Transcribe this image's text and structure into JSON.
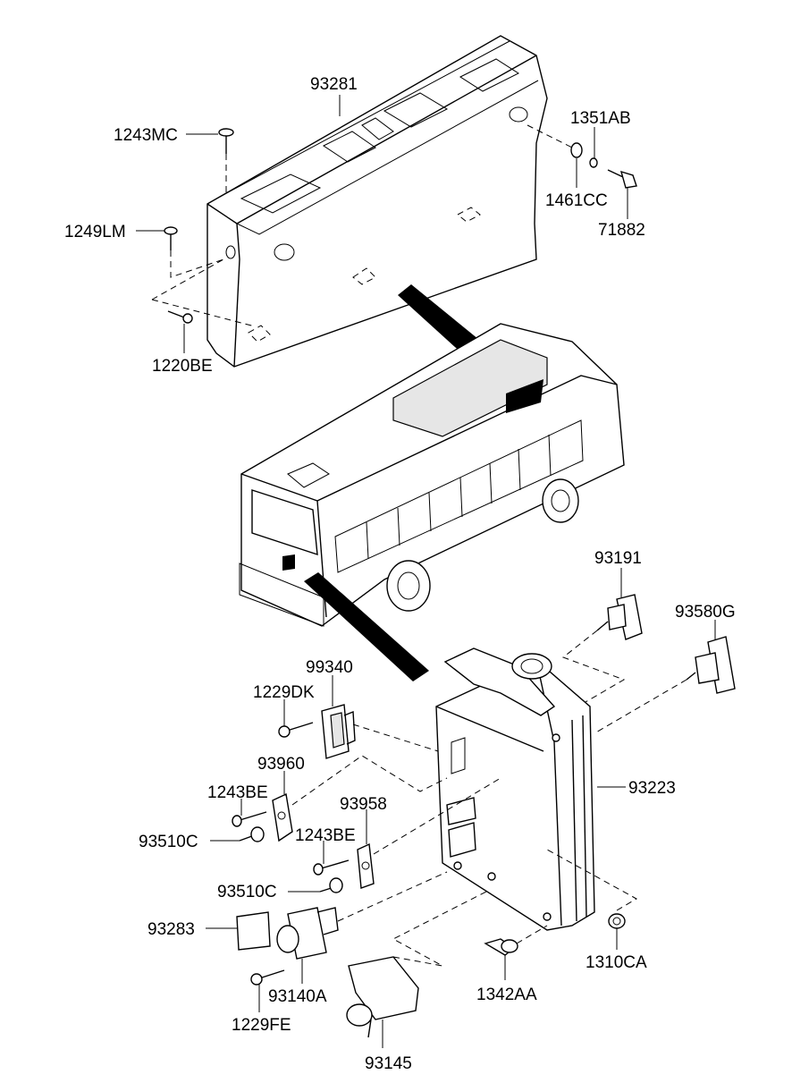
{
  "diagram": {
    "labels": {
      "93281": "93281",
      "1243MC": "1243MC",
      "1351AB": "1351AB",
      "1461CC": "1461CC",
      "71882": "71882",
      "1249LM": "1249LM",
      "1220BE": "1220BE",
      "93191": "93191",
      "93580G": "93580G",
      "99340": "99340",
      "1229DK": "1229DK",
      "93960": "93960",
      "93223": "93223",
      "1243BE_a": "1243BE",
      "93958": "93958",
      "93510C_a": "93510C",
      "1243BE_b": "1243BE",
      "93510C_b": "93510C",
      "93283": "93283",
      "93140A": "93140A",
      "1229FE": "1229FE",
      "1342AA": "1342AA",
      "1310CA": "1310CA",
      "93145": "93145"
    }
  }
}
